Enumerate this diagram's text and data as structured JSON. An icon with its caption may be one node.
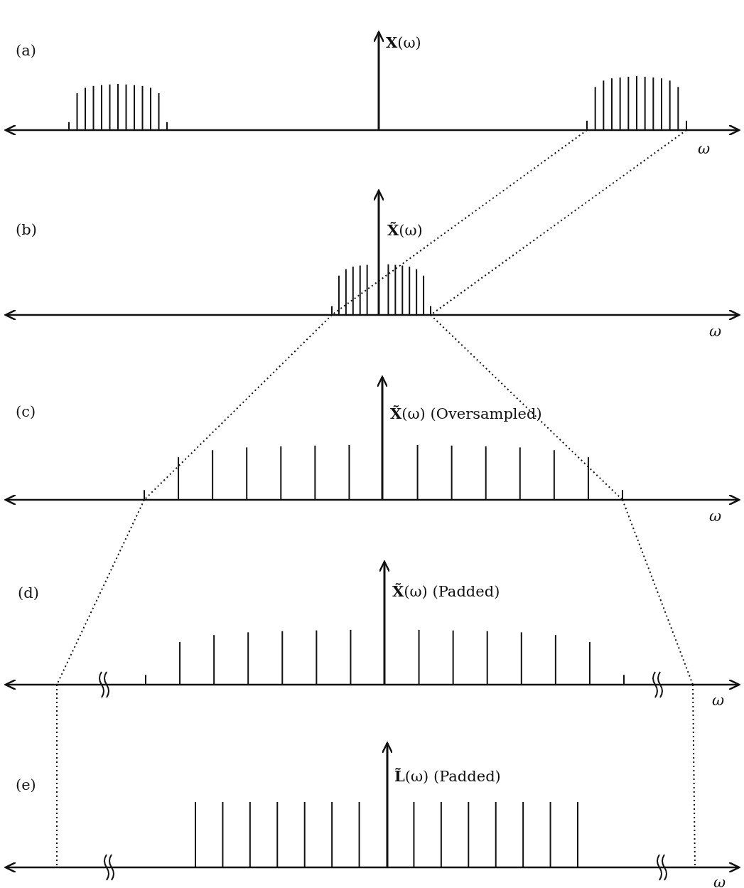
{
  "diagram": {
    "labels": [
      "(a)",
      "**X**(ω)",
      "ω",
      "(b)",
      "**X̃**(ω)",
      "ω",
      "(c)",
      "**X̃**(ω) (Oversampled)",
      "ω",
      "(d)",
      "**X̃**(ω) (Padded)",
      "ω",
      "(e)",
      "**L̃**(ω) (Padded)",
      "ω"
    ]
  }
}
